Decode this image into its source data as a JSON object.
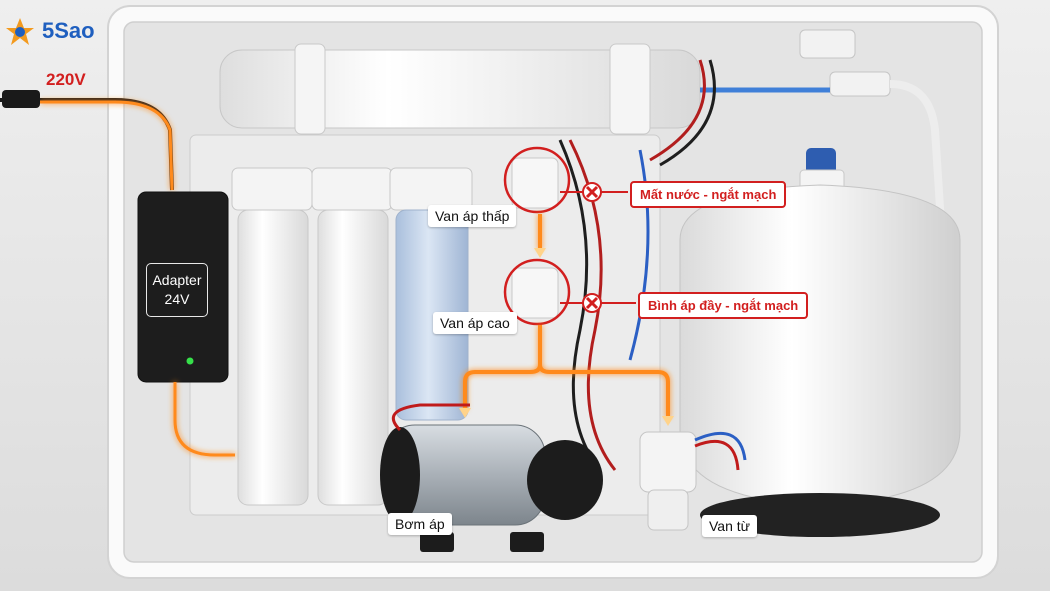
{
  "brand": {
    "name": "5Sao"
  },
  "power": {
    "voltage": "220V"
  },
  "adapter": {
    "line1": "Adapter",
    "line2": "24V"
  },
  "labels": {
    "low_pressure_valve": "Van áp thấp",
    "high_pressure_valve": "Van áp cao",
    "pump": "Bơm áp",
    "solenoid_valve": "Van từ"
  },
  "warnings": {
    "water_loss": "Mất nước - ngắt mạch",
    "tank_full": "Bình áp đầy - ngắt mạch"
  },
  "colors": {
    "wire_glow": "#ff8a1a",
    "warning_red": "#d21f1f",
    "brand_blue": "#1f5fbf",
    "brand_orange": "#f39a1e"
  },
  "icons": [
    "star-logo-icon",
    "cross-icon",
    "arrow-icon",
    "led-icon"
  ]
}
